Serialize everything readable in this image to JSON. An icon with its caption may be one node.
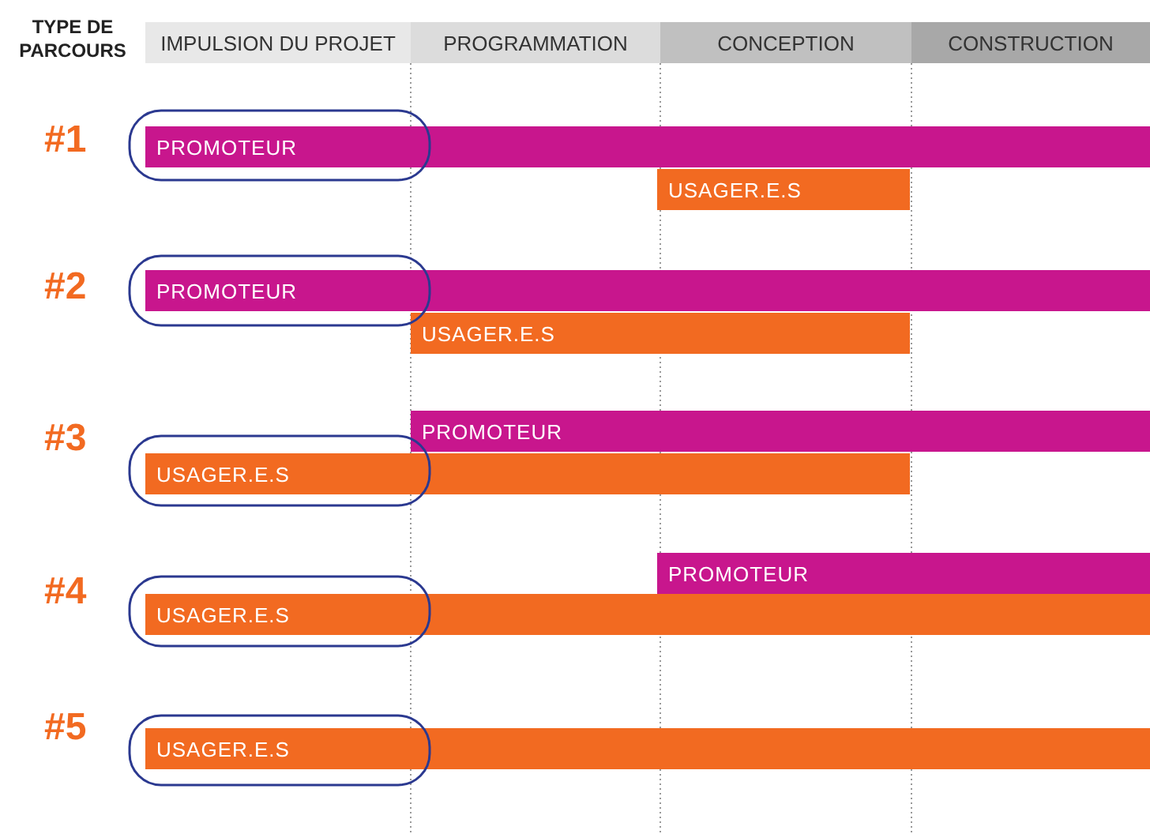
{
  "diagram": {
    "nodes": [
      {
        "text": [
          "IMPULSION DU PROJET"
        ]
      },
      {
        "text": [
          "PROGRAMMATION"
        ]
      },
      {
        "text": [
          "CONCEPTION"
        ]
      },
      {
        "text": [
          "CONSTRUCTION"
        ]
      },
      {
        "text": [
          "PROMOTEUR"
        ]
      },
      {
        "text": [
          "USAGER.E.S"
        ]
      },
      {
        "text": [
          "PROMOTEUR"
        ]
      },
      {
        "text": [
          "USAGER.E.S"
        ]
      },
      {
        "text": [
          "PROMOTEUR"
        ]
      },
      {
        "text": [
          "USAGER.E.S"
        ]
      },
      {
        "text": [
          "PROMOTEUR"
        ]
      },
      {
        "text": [
          "USAGER.E.S"
        ]
      },
      {
        "text": [
          "USAGER.E.S"
        ]
      }
    ],
    "edges": [],
    "labels": [
      "TYPE DE PARCOURS",
      "#1",
      "#2",
      "#3",
      "#4",
      "#5"
    ]
  }
}
